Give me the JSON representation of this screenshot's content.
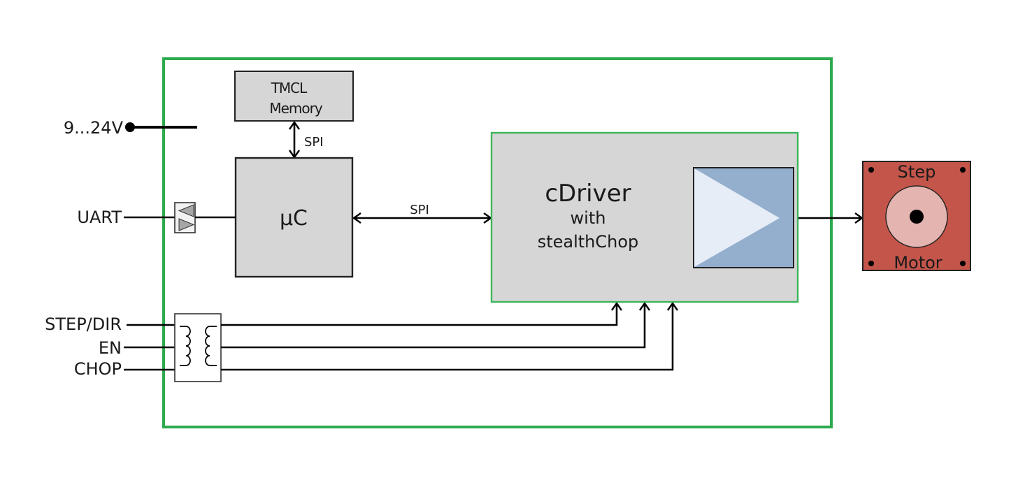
{
  "diagram": {
    "type": "block-diagram",
    "colors": {
      "module_border": "#2eaa4e",
      "block_fill": "#d6d6d6",
      "driver_border": "#3cb55a",
      "amp_fill": "#94aecd",
      "amp_triangle": "#e6edf7",
      "motor_fill": "#c3554a",
      "motor_rotor": "#e4b4b0",
      "line": "#000000"
    },
    "power": {
      "label": "9...24V"
    },
    "interfaces": {
      "uart": "UART",
      "step_dir": "STEP/DIR",
      "en": "EN",
      "chop": "CHOP"
    },
    "blocks": {
      "memory": {
        "line1": "TMCL",
        "line2": "Memory"
      },
      "mcu": {
        "label": "µC"
      },
      "driver": {
        "title": "cDriver",
        "line2": "with",
        "line3": "stealthChop"
      },
      "motor": {
        "top": "Step",
        "bottom": "Motor"
      }
    },
    "buses": {
      "mem_mcu": "SPI",
      "mcu_driver": "SPI"
    }
  }
}
